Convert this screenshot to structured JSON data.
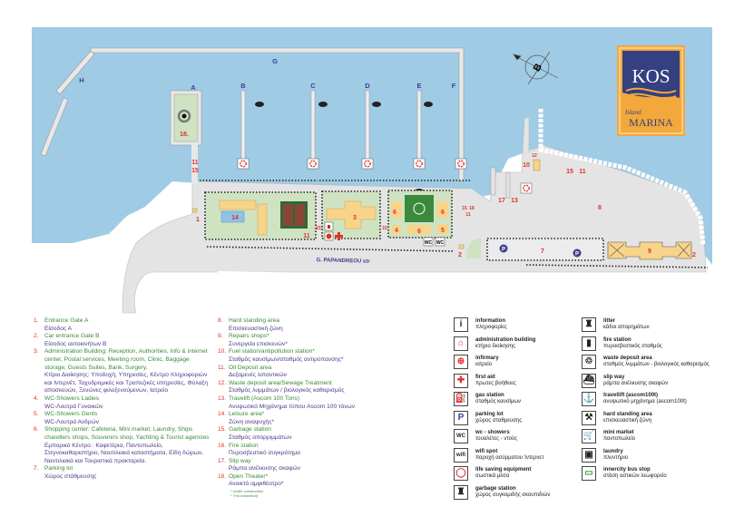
{
  "logo": {
    "title": "KOS",
    "subtitle": "Island",
    "name": "MARINA"
  },
  "compass": {
    "letter": "B"
  },
  "map": {
    "piers": [
      "A",
      "B",
      "C",
      "D",
      "E",
      "F",
      "G",
      "H"
    ],
    "road": "G. PAPANDREOU str",
    "numbers": [
      "18.",
      "11",
      "15",
      "1",
      "14",
      "11",
      "3",
      "15",
      "6",
      "6",
      "4",
      "6",
      "5",
      "15",
      "2",
      "15",
      "18",
      "11",
      "17",
      "13",
      "10",
      "12",
      "15",
      "11",
      "8",
      "7",
      "9",
      "2"
    ],
    "icon_text": {
      "wc": "WC",
      "parking": "P"
    }
  },
  "legend_left": [
    {
      "num": "1.",
      "en": "Entrance Gate A",
      "gr": "Είσοδος Α"
    },
    {
      "num": "2.",
      "en": "Car entrance Gate B",
      "gr": "Είσοδος αυτοκινήτων Β"
    },
    {
      "num": "3.",
      "en": "Administration Building: Reception, Authorities, Info & internet center, Postal services, Meeting room, Clinic, Baggage storage, Guests Suites, Bank, Surgery.",
      "gr": "Κτίριο Διοίκησης: Υποδοχή, Υπηρεσίες, Κέντρο πληροφοριών και Ιντερνέτ, Ταχυδρομικές και Τραπεζικές υπηρεσίες, Φύλαξη αποσκευών, Ξενώνες φιλοξενούμενων, Ιατρείο"
    },
    {
      "num": "4.",
      "en": "WC-Showers Ladies",
      "gr": "WC-Λουτρά Γυναικών"
    },
    {
      "num": "5.",
      "en": "WC-Showers Gents",
      "gr": "WC-Λουτρά Ανδρών"
    },
    {
      "num": "6.",
      "en": "Shopping center: Cafeteria, Mini market, Laundry, Ships chandlers shops, Souvenirs shop, Yachting & Tourist agencies",
      "gr": "Εμπορικό Κέντρο : Καφετέρια, Παντοπωλείο, Στεγνοκαθαριστήριο, Ναυτιλιακά καταστήματα, Είδη δώρων, Ναυτιλιακά και Τουριστικά πρακτορεία."
    },
    {
      "num": "7.",
      "en": "Parking lot",
      "gr": "Χώρος στάθμευσης"
    }
  ],
  "legend_mid": [
    {
      "num": "8.",
      "en": "Hard standing area",
      "gr": "Επισκευαστική ζώνη"
    },
    {
      "num": "9.",
      "en": "Repairs shops*",
      "gr": "Συνεργεία επισκευών*"
    },
    {
      "num": "10.",
      "en": "Fuel station/antipollution station*",
      "gr": "Σταθμός καυσίμων/σταθμός αντιρύπανσης*"
    },
    {
      "num": "11.",
      "en": "Oil Deposit area",
      "gr": "Δεξαμενές λιπαντικών"
    },
    {
      "num": "12.",
      "en": "Waste deposit area/Sewage Treatment",
      "gr": "Σταθμός λυμμάτων / βιολογικός καθαρισμός"
    },
    {
      "num": "13.",
      "en": "Travelift (Ascom 100 Tons)",
      "gr": "Ανυψωτικό Μηχάνημα τύπου Ascom 100 τόνων"
    },
    {
      "num": "14.",
      "en": "Leisure area*",
      "gr": "Ζώνη αναψυχής*"
    },
    {
      "num": "15.",
      "en": "Garbage station",
      "gr": "Σταθμός απορριμμάτων"
    },
    {
      "num": "16.",
      "en": "Fire station",
      "gr": "Πυροσβεστικό συγκρότημα"
    },
    {
      "num": "17.",
      "en": "Slip way",
      "gr": "Ράμπα ανέλκυσης σκαφών"
    },
    {
      "num": "18.",
      "en": "Open Theater*",
      "gr": "Ανοικτό αμφιθέατρο*"
    }
  ],
  "legend_notes": [
    "* Under construction",
    "* Υπό κατασκευή"
  ],
  "icons_left": [
    {
      "icon": "info-icon",
      "glyph": "i",
      "en": "information",
      "gr": "πληροφορίες"
    },
    {
      "icon": "admin-building-icon",
      "glyph": "⌂",
      "en": "administration building",
      "gr": "κτήριο διοίκησης"
    },
    {
      "icon": "infirmary-icon",
      "glyph": "⊕",
      "en": "infirmary",
      "gr": "ιατρείο"
    },
    {
      "icon": "first-aid-icon",
      "glyph": "✚",
      "en": "first aid",
      "gr": "πρωτες βοήθειες"
    },
    {
      "icon": "gas-station-icon",
      "glyph": "⛽",
      "en": "gas station",
      "gr": "σταθμός καυσίμων"
    },
    {
      "icon": "parking-icon",
      "glyph": "P",
      "en": "parking lot",
      "gr": "χώρος σταθμευσης"
    },
    {
      "icon": "wc-icon",
      "glyph": "WC",
      "en": "wc - showers",
      "gr": "τουαλέτες - ντούς"
    },
    {
      "icon": "wifi-icon",
      "glyph": "wifi",
      "en": "wifi spot",
      "gr": "παροχή ασύρματου Ίντερνετ"
    },
    {
      "icon": "life-ring-icon",
      "glyph": "◯",
      "en": "life saving equipment",
      "gr": "σωστικά μέσα"
    },
    {
      "icon": "garbage-station-icon",
      "glyph": "♜",
      "en": "garbage station",
      "gr": "χώρος συγκομιδής σκουπιδιών"
    }
  ],
  "icons_right": [
    {
      "icon": "litter-icon",
      "glyph": "♜",
      "en": "litter",
      "gr": "κάδοι απορημάτων"
    },
    {
      "icon": "fire-extinguisher-icon",
      "glyph": "▮",
      "en": "fire station",
      "gr": "πυροσβεστικός σταθμός"
    },
    {
      "icon": "recycle-icon",
      "glyph": "♲",
      "en": "waste deposit area",
      "gr": "σταθμός λυμμάτων - βιολογικός καθαρισμός"
    },
    {
      "icon": "slipway-icon",
      "glyph": "⛴",
      "en": "slip way",
      "gr": "ράμπα ανέλκυσης σκαφών"
    },
    {
      "icon": "travelift-hook-icon",
      "glyph": "⚓",
      "en": "travellift (ascom100t)",
      "gr": "ανυψωτικό μηχάνημα (ascom100t)"
    },
    {
      "icon": "wrench-icon",
      "glyph": "⚒",
      "en": "hard standing area",
      "gr": "επισκευαστική ζώνη"
    },
    {
      "icon": "shopping-cart-icon",
      "glyph": "🛒",
      "en": "mini market",
      "gr": "παντοπωλείο"
    },
    {
      "icon": "laundry-icon",
      "glyph": "▣",
      "en": "laundry",
      "gr": "πλυντήριο"
    },
    {
      "icon": "bus-icon",
      "glyph": "▭",
      "en": "innercity bus stop",
      "gr": "στάση αστικών λεωφορείο"
    }
  ],
  "colors": {
    "sea": "#9fcbe5",
    "land": "#e4e4e4",
    "green": "#cfe3c3",
    "building": "#f7d48a",
    "number": "#e0322c",
    "english": "#3a8a3a",
    "greek": "#4a3a8a",
    "logo_blue": "#34407f",
    "logo_orange": "#f3a83b"
  }
}
